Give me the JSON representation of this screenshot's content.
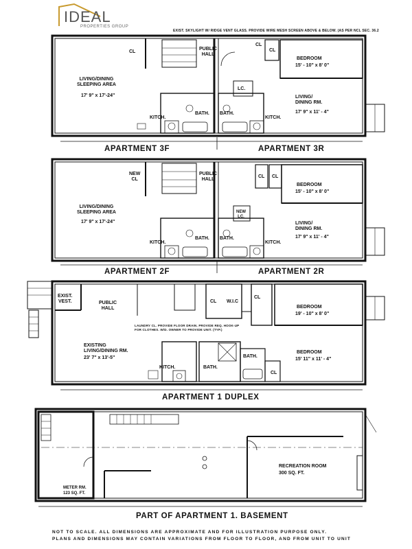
{
  "logo": {
    "name": "IDEAL",
    "sub": "PROPERTIES GROUP"
  },
  "top_note": "EXIST. SKYLIGHT W/ RIDGE VENT GLASS. PROVIDE WIRE MESH SCREEN ABOVE & BELOW. (AS PER NCL SEC. 36.2",
  "floor3": {
    "left_title": "APARTMENT 3F",
    "right_title": "APARTMENT 3R",
    "living_name": "LIVING/DINING\nSLEEPING AREA",
    "living_dim": "17' 9\" x 17'-24\"",
    "cl_left": "CL",
    "public_hall": "PUBLIC\nHALL",
    "cl_a": "CL",
    "cl_b": "CL",
    "bedroom_name": "BEDROOM",
    "bedroom_dim": "15' - 10\" x 8' 0\"",
    "lc": "LC.",
    "living_r_name": "LIVING/\nDINING RM.",
    "living_r_dim": "17' 9\" x 11' - 4\"",
    "kitch_l": "KITCH.",
    "bath_l": "BATH.",
    "bath_r": "BATH.",
    "kitch_r": "KITCH."
  },
  "floor2": {
    "left_title": "APARTMENT 2F",
    "right_title": "APARTMENT 2R",
    "new_cl": "NEW\nCL",
    "public_hall": "PUBLIC\nHALL",
    "cl_a": "CL",
    "cl_b": "CL",
    "bedroom_name": "BEDROOM",
    "bedroom_dim": "15' - 10\" x 8' 0\"",
    "living_name": "LIVING/DINING\nSLEEPING AREA",
    "living_dim": "17' 9\" x 17'-24\"",
    "new_lc": "NEW\nLC.",
    "living_r_name": "LIVING/\nDINING RM.",
    "living_r_dim": "17' 9\" x 11' - 4\"",
    "kitch_l": "KITCH.",
    "bath_l": "BATH.",
    "bath_r": "BATH.",
    "kitch_r": "KITCH."
  },
  "floor1": {
    "title": "APARTMENT 1 DUPLEX",
    "exist_vest": "EXIST.\nVEST.",
    "public_hall": "PUBLIC\nHALL",
    "cl_a": "CL",
    "wic": "W.I.C",
    "cl_b": "CL",
    "bedroom1_name": "BEDROOM",
    "bedroom1_dim": "19' - 10\" x 8' 0\"",
    "laundry_note": "LAUNDRY CL. PROVIDE FLOOR DRAIN. PROVIDE REQ. HOOK-UP\nFOR CLOTHES. W/D. OWNER TO PROVIDE UNIT. (TYP.)",
    "living_name": "EXISTING\nLIVING/DINING RM.",
    "living_dim": "23' 7\" x 13'-5\"",
    "bath_top": "BATH.",
    "bedroom2_name": "BEDROOM",
    "bedroom2_dim": "15' 11\" x 11' - 4\"",
    "kitch": "KITCH.",
    "bath_l": "BATH.",
    "cl_c": "CL"
  },
  "basement": {
    "title": "PART OF APARTMENT 1. BASEMENT",
    "meter_name": "METER RM.",
    "meter_size": "123 SQ. FT.",
    "rec_name": "RECREATION ROOM",
    "rec_size": "300 SQ. FT."
  },
  "footer": {
    "line1": "NOT TO SCALE. ALL DIMENSIONS ARE APPROXIMATE AND FOR ILLUSTRATION PURPOSE ONLY.",
    "line2": "PLANS AND DIMENSIONS MAY CONTAIN VARIATIONS FROM FLOOR TO FLOOR, AND FROM UNIT TO UNIT"
  }
}
